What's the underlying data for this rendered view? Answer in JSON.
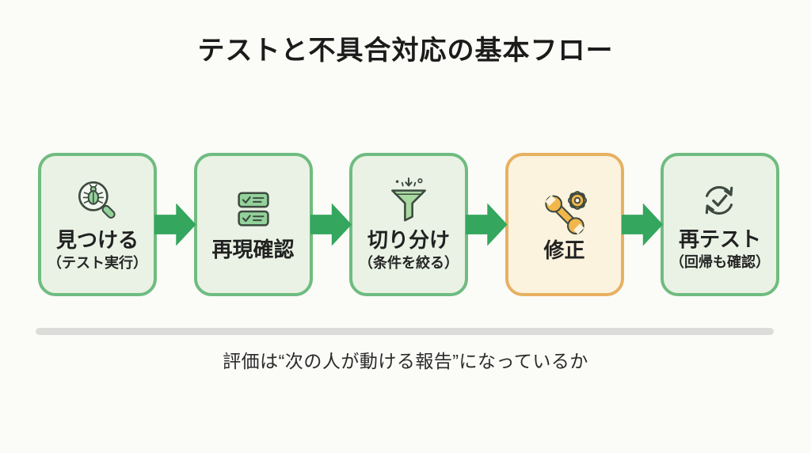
{
  "page": {
    "title": "テストと不具合対応の基本フロー"
  },
  "colors": {
    "background": "#fbfbf8",
    "green_box_border": "#6fbc80",
    "green_box_fill": "#e9f2e4",
    "orange_box_border": "#e7b162",
    "orange_box_fill": "#fbf3de",
    "arrow_green": "#34a65e",
    "divider_gray": "#dcdcda",
    "icon_outline_dark": "#3d4a40",
    "icon_green": "#93d29b",
    "icon_orange": "#f2b64b",
    "text_dark": "#1e1e1e"
  },
  "steps": [
    {
      "label": "見つける",
      "sublabel": "（テスト実行）",
      "icon": "bug-search-icon",
      "variant": "green"
    },
    {
      "label": "再現確認",
      "sublabel": "",
      "icon": "checklist-icon",
      "variant": "green"
    },
    {
      "label": "切り分け",
      "sublabel": "（条件を絞る）",
      "icon": "funnel-icon",
      "variant": "green"
    },
    {
      "label": "修正",
      "sublabel": "",
      "icon": "wrench-gear-icon",
      "variant": "orange"
    },
    {
      "label": "再テスト",
      "sublabel": "（回帰も確認）",
      "icon": "recycle-check-icon",
      "variant": "green"
    }
  ],
  "footer": {
    "note": "評価は“次の人が動ける報告”になっているか"
  }
}
